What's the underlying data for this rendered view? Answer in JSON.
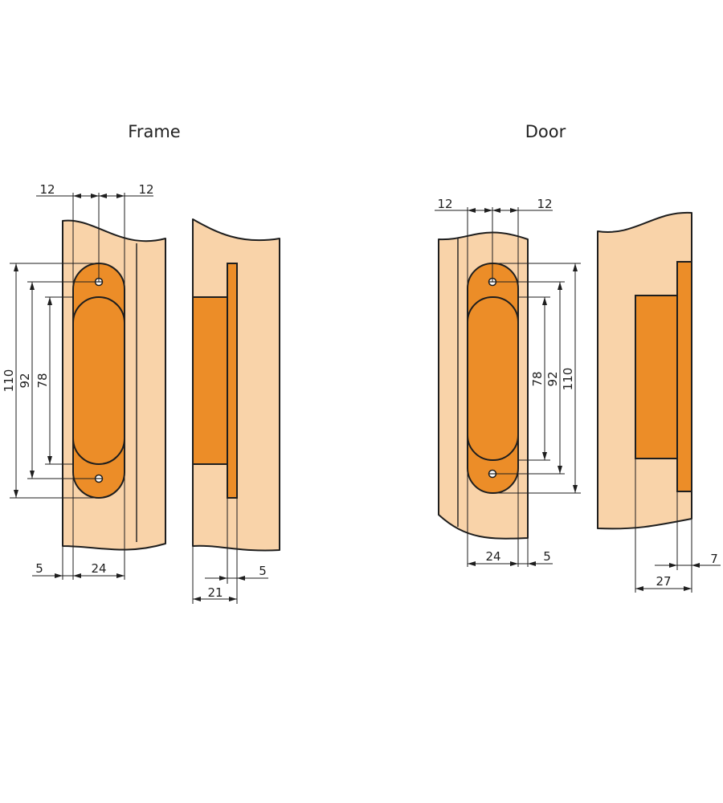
{
  "titles": {
    "frame": "Frame",
    "door": "Door"
  },
  "dimensions": {
    "frame_top_left": "12",
    "frame_top_right": "12",
    "frame_height_110": "110",
    "frame_height_92": "92",
    "frame_height_78": "78",
    "frame_bottom_5": "5",
    "frame_bottom_24": "24",
    "frame_side_5": "5",
    "frame_side_21": "21",
    "door_top_left": "12",
    "door_top_right": "12",
    "door_height_78": "78",
    "door_height_92": "92",
    "door_height_110": "110",
    "door_bottom_24": "24",
    "door_bottom_5": "5",
    "door_side_7": "7",
    "door_side_27": "27"
  },
  "colors": {
    "wood": "#f9d3a9",
    "hinge": "#ec8d28",
    "line": "#1e1e1e"
  }
}
